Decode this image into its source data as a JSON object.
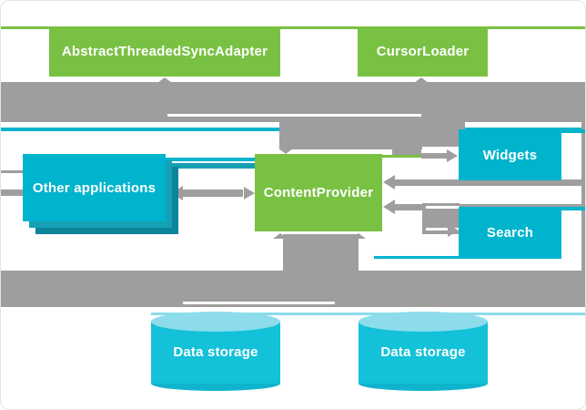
{
  "diagram": {
    "nodes": {
      "sync_adapter": {
        "label": "AbstractThreadedSyncAdapter"
      },
      "cursor_loader": {
        "label": "CursorLoader"
      },
      "content_provider": {
        "label": "ContentProvider"
      },
      "other_applications": {
        "label": "Other applications"
      },
      "widgets": {
        "label": "Widgets"
      },
      "search": {
        "label": "Search"
      },
      "data_storage_left": {
        "label": "Data storage"
      },
      "data_storage_right": {
        "label": "Data storage"
      }
    },
    "colors": {
      "green": "#79C143",
      "cyan": "#00B4CD",
      "teal_shadow": "#16A0B5",
      "teal_shadow_dark": "#0C8499",
      "arrow_gray": "#9E9E9E",
      "cylinder_top": "#8CDCEB",
      "cylinder_body": "#13C1D9",
      "cylinder_bottom": "#0EB4CB",
      "text": "#FFFFFF",
      "background": "#FFFFFF"
    }
  }
}
